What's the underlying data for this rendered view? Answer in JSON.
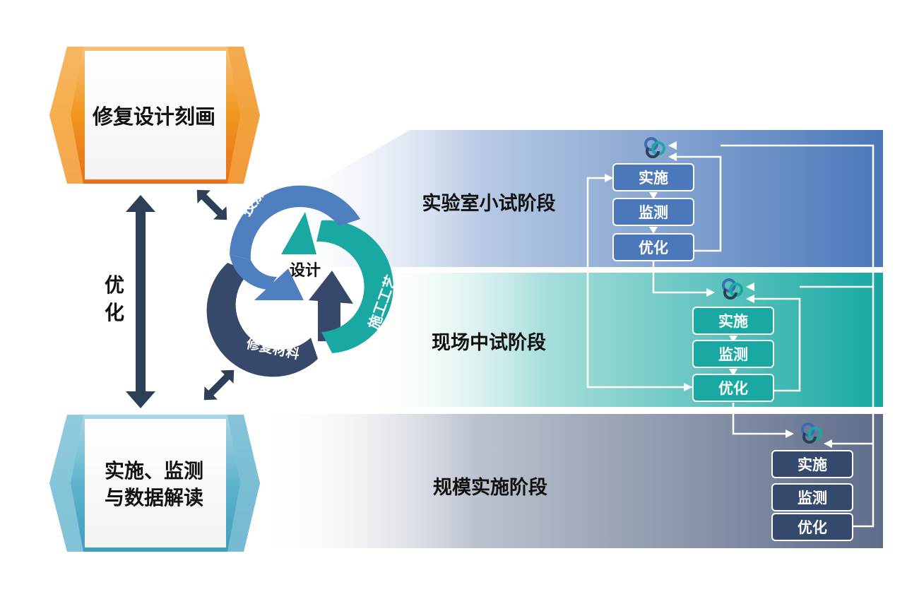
{
  "left_boxes": {
    "top": "修复设计刻画",
    "bottom_line1": "实施、监测",
    "bottom_line2": "与数据解读"
  },
  "optimize_label": [
    "优",
    "化"
  ],
  "cycle": {
    "center": "设计",
    "arc_dosage": "投加量",
    "arc_process": "施工工艺",
    "arc_material": "修复材料"
  },
  "stages": [
    {
      "title": "实验室小试阶段",
      "steps": [
        "实施",
        "监测",
        "优化"
      ]
    },
    {
      "title": "现场中试阶段",
      "steps": [
        "实施",
        "监测",
        "优化"
      ]
    },
    {
      "title": "规模实施阶段",
      "steps": [
        "实施",
        "监测",
        "优化"
      ]
    }
  ],
  "colors": {
    "orange": "#f0961e",
    "orange_dark": "#e87a1a",
    "cyan": "#5fb3cc",
    "navy": "#2d3e57",
    "blue": "#4f7fbf",
    "teal": "#1aa8a3",
    "slate": "#5f6f8f"
  }
}
